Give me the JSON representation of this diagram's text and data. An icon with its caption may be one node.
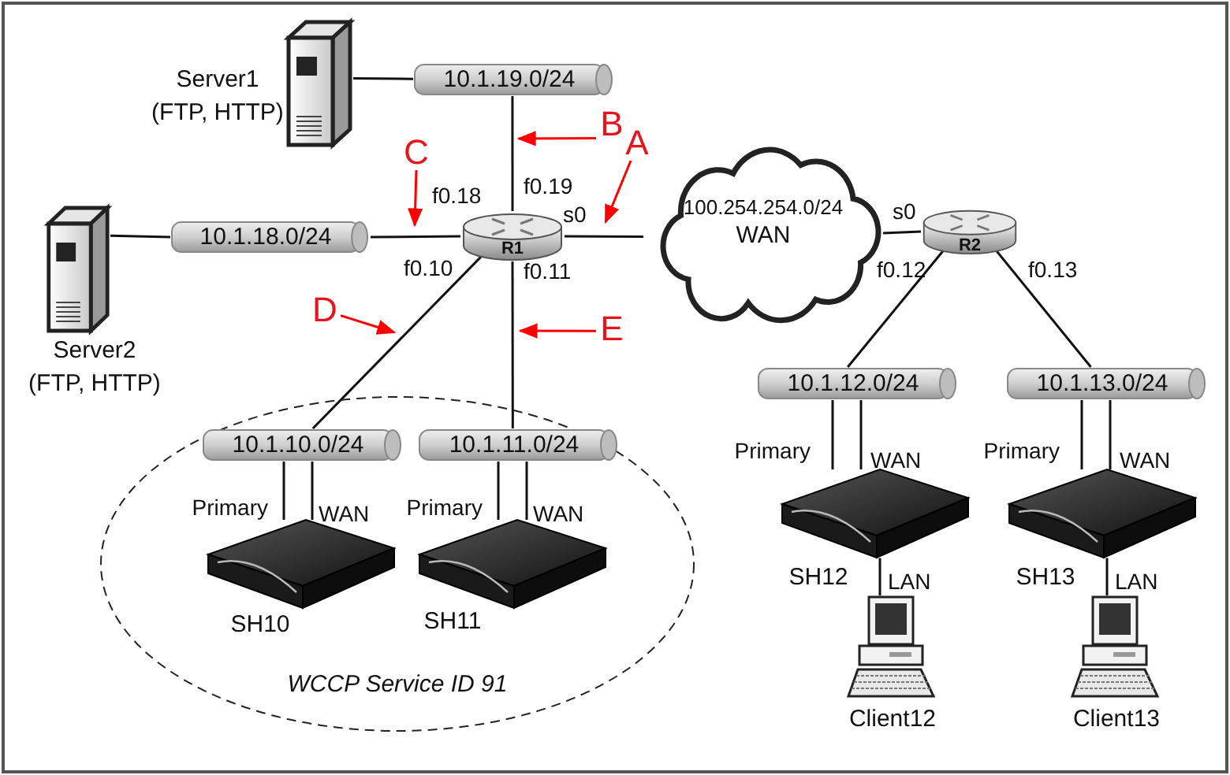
{
  "diagram": {
    "nodes": [
      {
        "text": [],
        "shape": "picture",
        "beside": [
          "Server1",
          "(FTP, HTTP)"
        ]
      },
      {
        "text": [
          "10.1.19.0/24"
        ]
      },
      {
        "text": [],
        "shape": "picture",
        "beside": [
          "Server2",
          "(FTP, HTTP)"
        ]
      },
      {
        "text": [
          "10.1.18.0/24"
        ]
      },
      {
        "text": [
          "R1"
        ]
      },
      {
        "text": [
          "100.254.254.0/24",
          "WAN"
        ]
      },
      {
        "text": [
          "R2"
        ]
      },
      {
        "text": [
          "WCCP Service ID 91"
        ]
      },
      {
        "text": [
          "10.1.10.0/24"
        ],
        "in": 7
      },
      {
        "text": [
          "10.1.11.0/24"
        ],
        "in": 7
      },
      {
        "text": [],
        "shape": "picture",
        "in": 7,
        "beside": [
          "SH10"
        ]
      },
      {
        "text": [],
        "shape": "picture",
        "in": 7,
        "beside": [
          "SH11"
        ]
      },
      {
        "text": [
          "10.1.12.0/24"
        ]
      },
      {
        "text": [
          "10.1.13.0/24"
        ]
      },
      {
        "text": [],
        "shape": "picture",
        "beside": [
          "SH12"
        ]
      },
      {
        "text": [],
        "shape": "picture",
        "beside": [
          "SH13"
        ]
      },
      {
        "text": [],
        "shape": "picture",
        "beside": [
          "Client12"
        ]
      },
      {
        "text": [],
        "shape": "picture",
        "beside": [
          "Client13"
        ]
      },
      {
        "text": [
          "A"
        ]
      },
      {
        "text": [
          "B"
        ]
      },
      {
        "text": [
          "C"
        ]
      },
      {
        "text": [
          "D"
        ]
      },
      {
        "text": [
          "E"
        ]
      }
    ],
    "edges": [
      {
        "from": 0,
        "to": 1,
        "arrow": "none"
      },
      {
        "from": 1,
        "to": 4,
        "arrow": "none",
        "label": "f0.19"
      },
      {
        "from": 2,
        "to": 3,
        "arrow": "none"
      },
      {
        "from": 3,
        "to": 4,
        "arrow": "none",
        "label": "f0.18"
      },
      {
        "from": 4,
        "to": 5,
        "arrow": "none",
        "label": "s0"
      },
      {
        "from": 5,
        "to": 6,
        "arrow": "none",
        "label": "s0"
      },
      {
        "from": 4,
        "to": 8,
        "arrow": "none",
        "label": "f0.10"
      },
      {
        "from": 4,
        "to": 9,
        "arrow": "none",
        "label": "f0.11"
      },
      {
        "from": 8,
        "to": 10,
        "arrow": "none",
        "label": "Primary"
      },
      {
        "from": 8,
        "to": 10,
        "arrow": "none",
        "label": "WAN"
      },
      {
        "from": 9,
        "to": 11,
        "arrow": "none",
        "label": "Primary"
      },
      {
        "from": 9,
        "to": 11,
        "arrow": "none",
        "label": "WAN"
      },
      {
        "from": 6,
        "to": 12,
        "arrow": "none",
        "label": "f0.12"
      },
      {
        "from": 6,
        "to": 13,
        "arrow": "none",
        "label": "f0.13"
      },
      {
        "from": 12,
        "to": 14,
        "arrow": "none",
        "label": "Primary"
      },
      {
        "from": 12,
        "to": 14,
        "arrow": "none",
        "label": "WAN"
      },
      {
        "from": 13,
        "to": 15,
        "arrow": "none",
        "label": "Primary"
      },
      {
        "from": 13,
        "to": 15,
        "arrow": "none",
        "label": "WAN"
      },
      {
        "from": 14,
        "to": 16,
        "arrow": "none",
        "label": "LAN"
      },
      {
        "from": 15,
        "to": 17,
        "arrow": "none",
        "label": "LAN"
      },
      {
        "from": 18,
        "to": null,
        "arrow": "to",
        "color": "#ff0000"
      },
      {
        "from": 19,
        "to": null,
        "arrow": "to",
        "color": "#ff0000"
      },
      {
        "from": 20,
        "to": null,
        "arrow": "to",
        "color": "#ff0000"
      },
      {
        "from": 21,
        "to": null,
        "arrow": "to",
        "color": "#ff0000"
      },
      {
        "from": 22,
        "to": null,
        "arrow": "to",
        "color": "#ff0000"
      }
    ]
  }
}
